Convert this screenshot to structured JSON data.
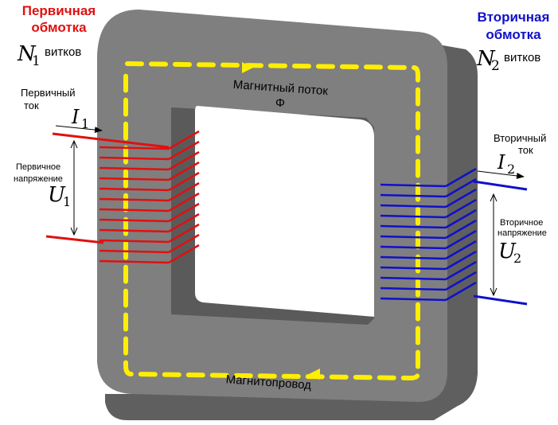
{
  "primary": {
    "title_line1": "Первичная",
    "title_line2": "обмотка",
    "turns_symbol": "N",
    "turns_index": "1",
    "turns_word": "витков",
    "current_line1": "Первичный",
    "current_line2": "ток",
    "current_symbol": "I",
    "current_index": "1",
    "voltage_line1": "Первичное",
    "voltage_line2": "напряжение",
    "voltage_symbol": "U",
    "voltage_index": "1",
    "color": "#e01010"
  },
  "secondary": {
    "title_line1": "Вторичная",
    "title_line2": "обмотка",
    "turns_symbol": "N",
    "turns_index": "2",
    "turns_word": "витков",
    "current_line1": "Вторичный",
    "current_line2": "ток",
    "current_symbol": "I",
    "current_index": "2",
    "voltage_line1": "Вторичное",
    "voltage_line2": "напряжение",
    "voltage_symbol": "U",
    "voltage_index": "2",
    "color": "#1010cc"
  },
  "flux": {
    "label": "Магнитный поток",
    "symbol": "Φ",
    "color": "#ffee00"
  },
  "core": {
    "label": "Магнитопровод",
    "color": "#808080"
  }
}
